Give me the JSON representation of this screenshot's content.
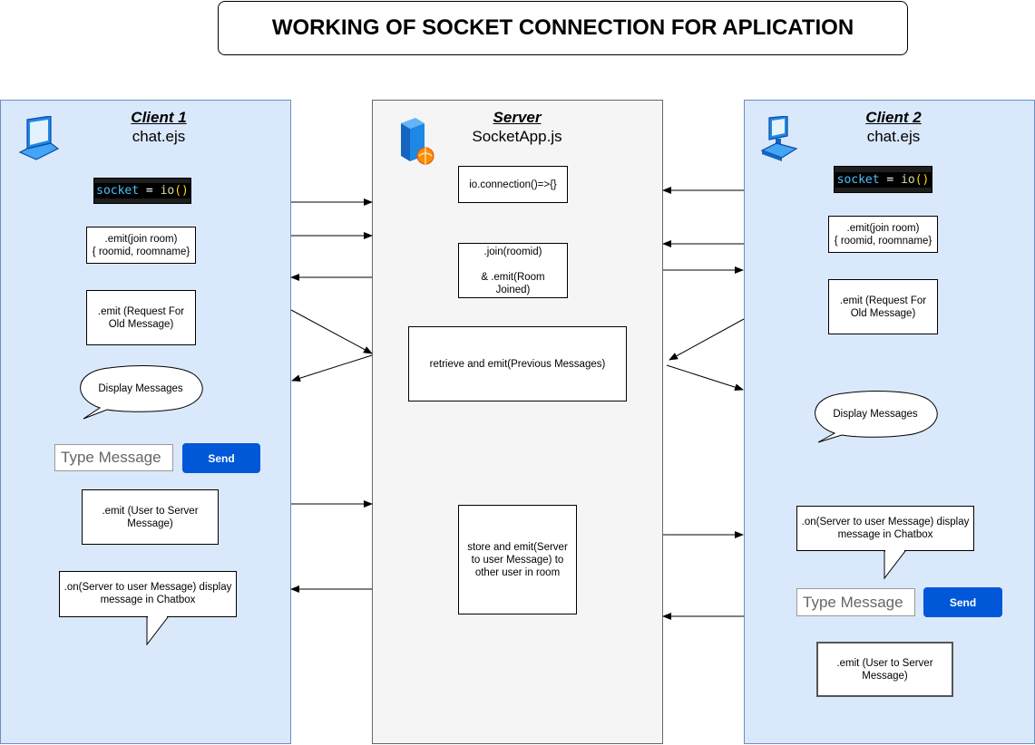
{
  "title": "WORKING OF SOCKET CONNECTION FOR APLICATION",
  "client1": {
    "heading": "Client 1",
    "file": "chat.ejs",
    "icon": "laptop-icon",
    "code": {
      "var": "socket",
      "op": " = ",
      "fn": "io",
      "paren": "()"
    },
    "emit_join": ".emit(join room)\n{ roomid, roomname}",
    "emit_request": ".emit (Request For\nOld Message)",
    "display_messages": "Display Messages",
    "input_placeholder": "Type Message",
    "send_label": "Send",
    "emit_user": ".emit (User to Server\nMessage)",
    "on_server": ".on(Server to user Message) display\nmessage in Chatbox"
  },
  "server": {
    "heading": "Server",
    "file": "SocketApp.js",
    "icon": "server-icon",
    "connection": "io.connection()=>{}",
    "join": ".join(roomid)\n\n& .emit(Room Joined)",
    "retrieve": "retrieve and emit(Previous Messages)",
    "store": "store and emit(Server\nto user Message) to\nother user in room"
  },
  "client2": {
    "heading": "Client 2",
    "file": "chat.ejs",
    "icon": "desktop-computer-icon",
    "code": {
      "var": "socket",
      "op": " = ",
      "fn": "io",
      "paren": "()"
    },
    "emit_join": ".emit(join room)\n{ roomid, roomname}",
    "emit_request": ".emit (Request For\nOld Message)",
    "display_messages": "Display Messages",
    "on_server": ".on(Server to user Message) display\nmessage in Chatbox",
    "input_placeholder": "Type Message",
    "send_label": "Send",
    "emit_user": ".emit (User to Server\nMessage)"
  },
  "colors": {
    "client_fill": "#dae8fc",
    "client_border": "#6c8ebf",
    "server_fill": "#f5f5f5",
    "send_button": "#0057d8"
  }
}
